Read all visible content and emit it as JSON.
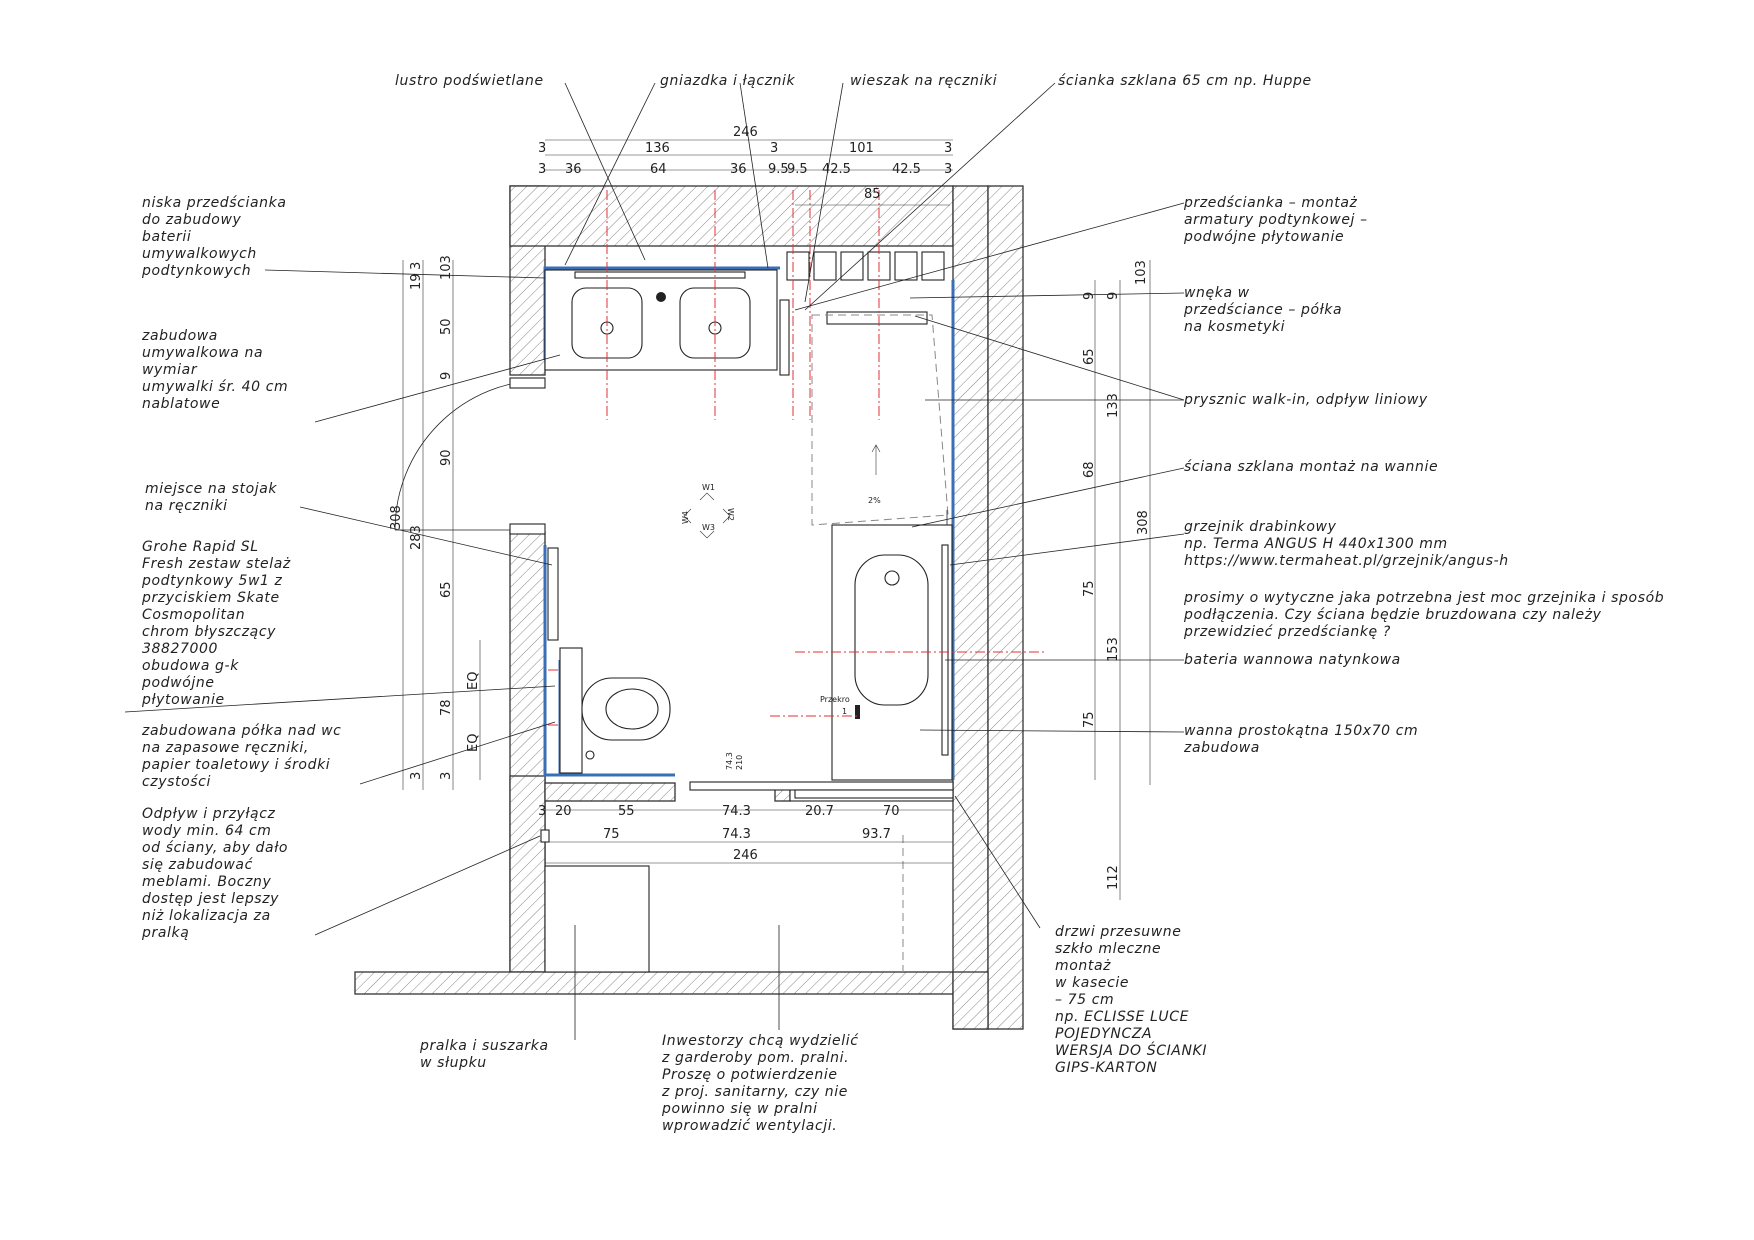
{
  "labels": {
    "lustro": "lustro podświetlane",
    "gniazdka": "gniazdka i łącznik",
    "wieszak": "wieszak na ręczniki",
    "scianka65": "ścianka szklana 65 cm np. Huppe",
    "niska": [
      "niska przedścianka",
      "do zabudowy",
      "baterii",
      "umywalkowych",
      "podtynkowych"
    ],
    "zabudowa_umyw": [
      "zabudowa",
      "umywalkowa na",
      "wymiar",
      "umywalki śr. 40 cm",
      "nablatowe"
    ],
    "stojak": [
      "miejsce na stojak",
      "na ręczniki"
    ],
    "grohe": [
      "Grohe Rapid SL",
      "Fresh zestaw stelaż",
      "podtynkowy 5w1 z",
      "przyciskiem Skate",
      "Cosmopolitan",
      "chrom błyszczący",
      "38827000",
      "obudowa g-k",
      "podwójne",
      "płytowanie"
    ],
    "polka_wc": [
      "zabudowana półka nad wc",
      "na zapasowe ręczniki,",
      "papier toaletowy i środki",
      "czystości"
    ],
    "odplyw": [
      "Odpływ i przyłącz",
      "wody min. 64 cm",
      "od ściany, aby dało",
      "się zabudować",
      "meblami. Boczny",
      "dostęp jest lepszy",
      "niż lokalizacja za",
      "pralką"
    ],
    "pralka": [
      "pralka i suszarka",
      "w słupku"
    ],
    "inwestorzy": [
      "Inwestorzy chcą wydzielić",
      "z garderoby pom. pralni.",
      "Proszę o potwierdzenie",
      "z proj. sanitarny, czy nie",
      "powinno się w pralni",
      "wprowadzić wentylacji."
    ],
    "drzwi": [
      "drzwi przesuwne",
      "szkło mleczne",
      "montaż",
      "w kasecie",
      "– 75 cm",
      "np. ECLISSE LUCE",
      "POJEDYNCZA",
      "WERSJA DO ŚCIANKI",
      "GIPS-KARTON"
    ],
    "przedscianka": [
      "przedścianka – montaż",
      "armatury podtynkowej –",
      "podwójne płytowanie"
    ],
    "wneka": [
      "wnęka w",
      "przedściance – półka",
      "na kosmetyki"
    ],
    "prysznic": "prysznic walk-in, odpływ liniowy",
    "sciana_wanna": "ściana szklana montaż na wannie",
    "grzejnik": [
      "grzejnik drabinkowy",
      "np. Terma ANGUS H 440x1300 mm",
      "https://www.termaheat.pl/grzejnik/angus-h"
    ],
    "prosimy": [
      "prosimy o wytyczne jaka potrzebna jest moc grzejnika i sposób",
      "podłączenia. Czy ściana będzie bruzdowana czy należy",
      "przewidzieć przedściankę ?"
    ],
    "bateria": "bateria wannowa natynkowa",
    "wanna": [
      "wanna prostokątna 150x70 cm",
      "zabudowa"
    ]
  },
  "dims": {
    "top_total": "246",
    "top_row1": [
      "3",
      "136",
      "3",
      "101",
      "3"
    ],
    "top_row2": [
      "3",
      "36",
      "64",
      "36",
      "9.5",
      "9.5",
      "42.5",
      "42.5",
      "3"
    ],
    "top_row3": "85",
    "left_outer": [
      "19",
      "3",
      "103",
      "50",
      "9",
      "90",
      "65",
      "78",
      "3",
      "3"
    ],
    "left_total": [
      "308",
      "283"
    ],
    "eq": [
      "EQ",
      "EQ"
    ],
    "right_side": [
      "9",
      "9",
      "103",
      "65",
      "68",
      "75",
      "75",
      "133",
      "153",
      "308",
      "112"
    ],
    "bottom_row1": [
      "3",
      "20",
      "55",
      "74.3",
      "20.7",
      "70"
    ],
    "bottom_row2": [
      "75",
      "74.3",
      "93.7"
    ],
    "bottom_total": "246",
    "slope": "2%",
    "small_texts": [
      "W1",
      "W2",
      "W3",
      "W4",
      "74.3",
      "210",
      "Przekro",
      "1"
    ]
  }
}
